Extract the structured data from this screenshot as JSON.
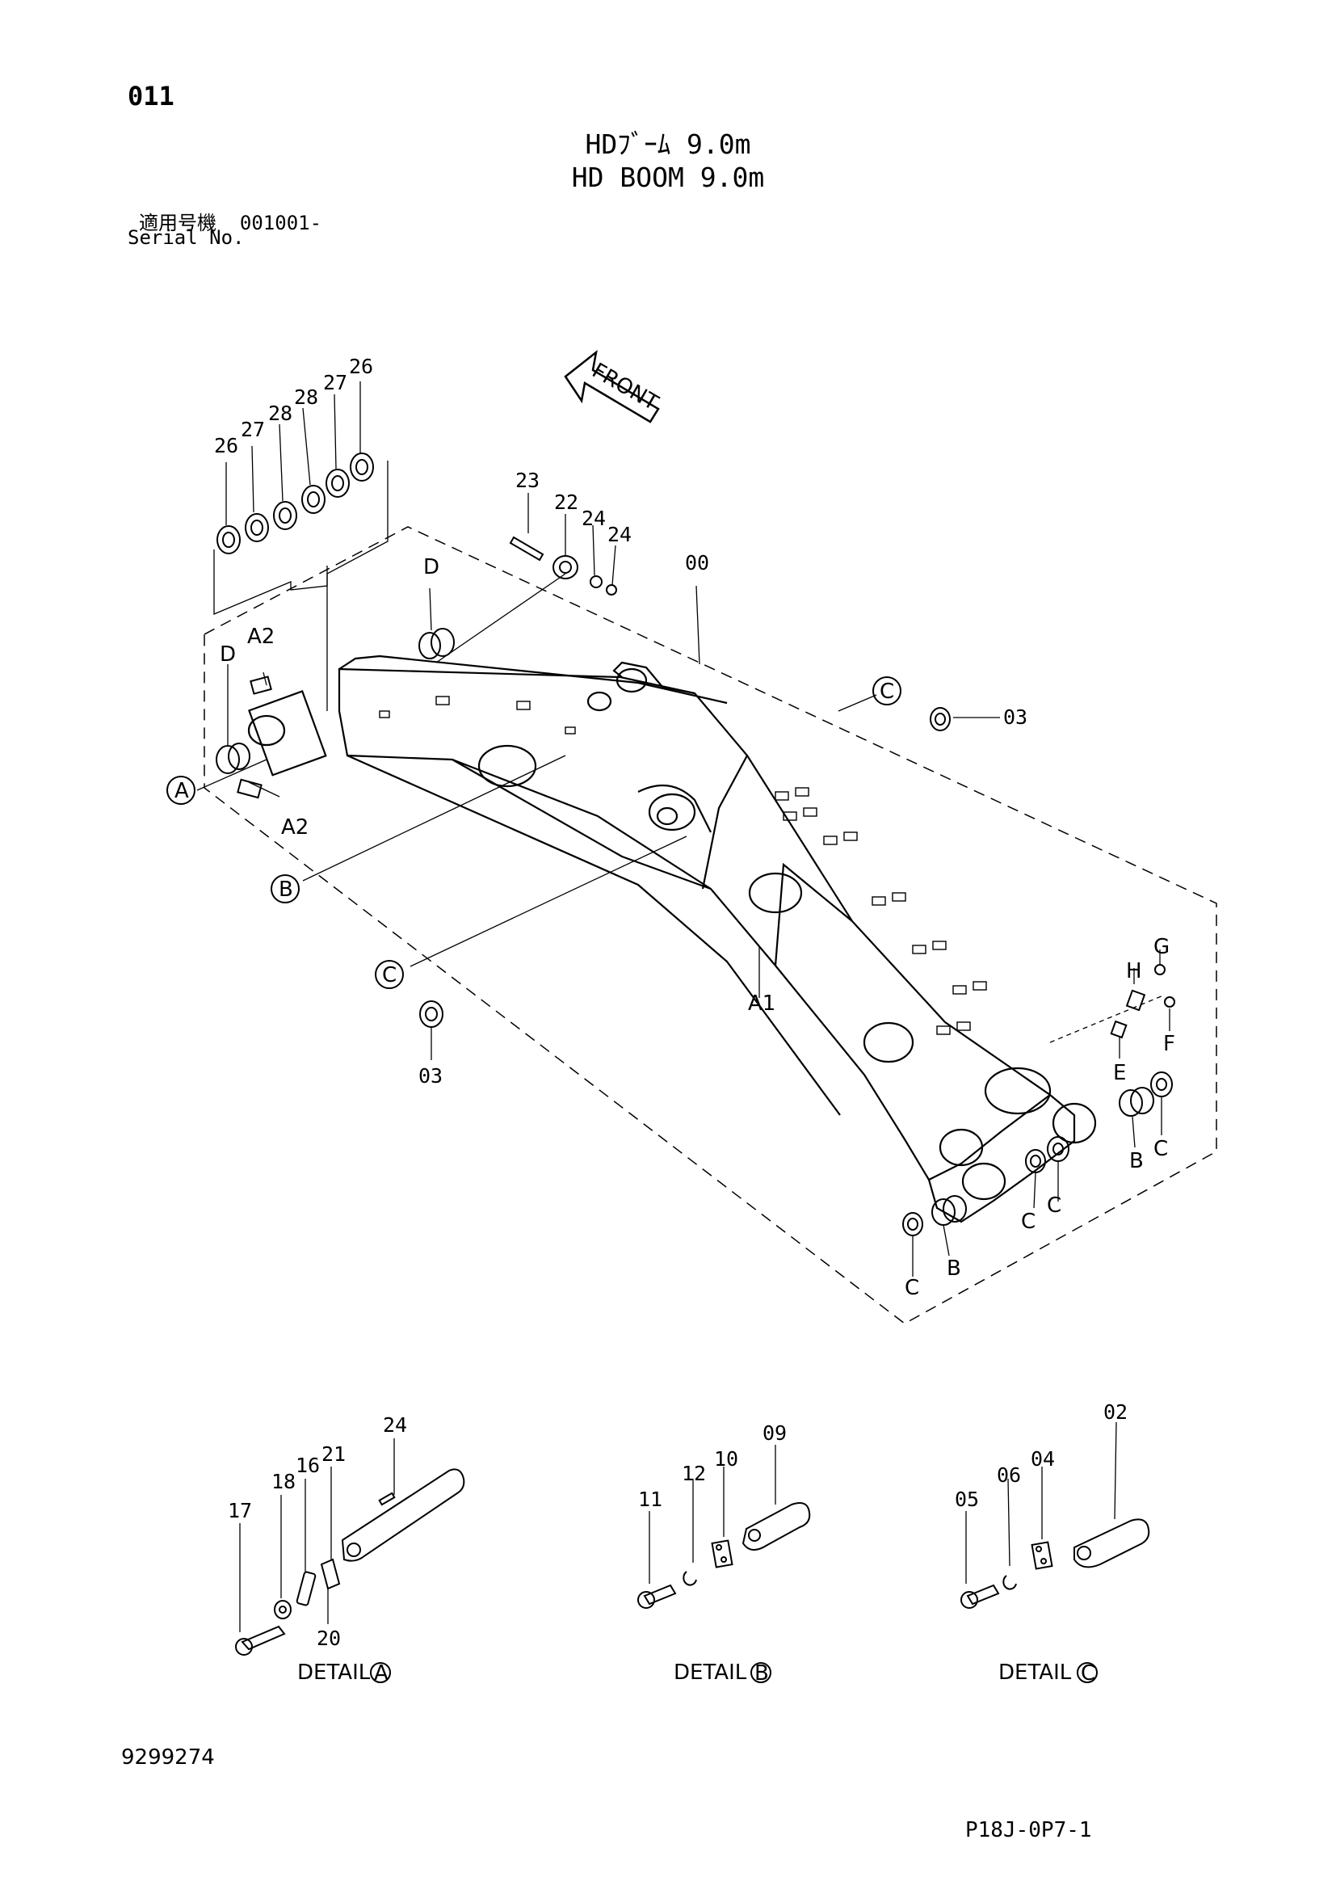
{
  "header": {
    "page_number": "011",
    "title_jp": "HDﾌﾞｰﾑ 9.0m",
    "title_en": "HD BOOM 9.0m",
    "serial_label_jp": "適用号機",
    "serial_value": "001001-",
    "serial_label_en": "Serial No."
  },
  "front_arrow": {
    "label": "FRONT"
  },
  "callouts": {
    "main": [
      "26",
      "27",
      "28",
      "28",
      "27",
      "26",
      "23",
      "22",
      "24",
      "24",
      "00",
      "D",
      "D",
      "A2",
      "A2",
      "03",
      "03",
      "A1",
      "H",
      "G",
      "F",
      "E",
      "B",
      "C",
      "C",
      "C",
      "C",
      "B"
    ],
    "circled": [
      "A",
      "B",
      "C",
      "C"
    ]
  },
  "details": [
    {
      "title": "DETAIL",
      "ref": "A",
      "parts": [
        "17",
        "18",
        "16",
        "21",
        "20",
        "24"
      ]
    },
    {
      "title": "DETAIL",
      "ref": "B",
      "parts": [
        "11",
        "12",
        "10",
        "09"
      ]
    },
    {
      "title": "DETAIL",
      "ref": "C",
      "parts": [
        "05",
        "06",
        "04",
        "02"
      ]
    }
  ],
  "footer": {
    "doc_number": "9299274",
    "page_code": "P18J-0P7-1"
  }
}
